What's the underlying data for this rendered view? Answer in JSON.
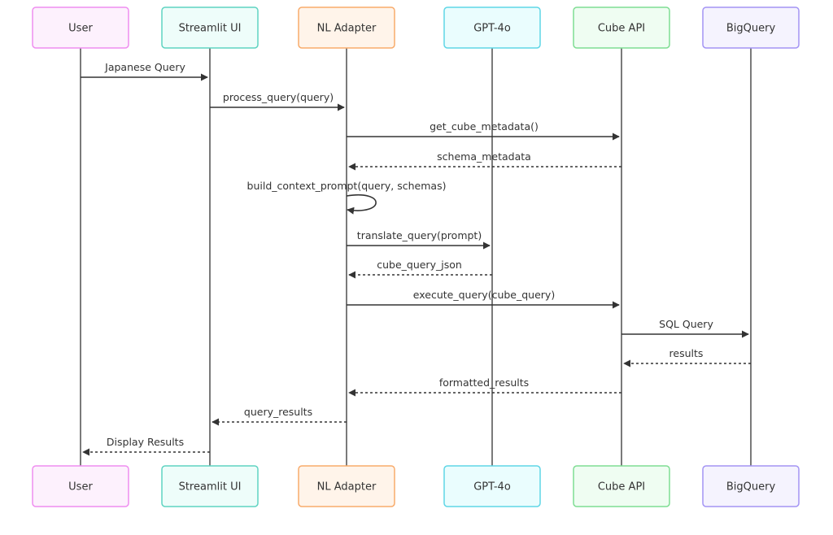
{
  "participants": [
    {
      "id": "user",
      "label": "User",
      "fill": "#fdf1fd",
      "stroke": "#ef8ef0"
    },
    {
      "id": "streamlit",
      "label": "Streamlit UI",
      "fill": "#eefdfa",
      "stroke": "#5fd3c1"
    },
    {
      "id": "nl",
      "label": "NL Adapter",
      "fill": "#fff4ea",
      "stroke": "#f8ab6b"
    },
    {
      "id": "gpt",
      "label": "GPT-4o",
      "fill": "#eafdfe",
      "stroke": "#5fd6e6"
    },
    {
      "id": "cube",
      "label": "Cube API",
      "fill": "#effdf2",
      "stroke": "#7fdd93"
    },
    {
      "id": "bq",
      "label": "BigQuery",
      "fill": "#f5f3fe",
      "stroke": "#a394f4"
    }
  ],
  "messages": [
    {
      "name": "msg-japanese-query",
      "from": "user",
      "to": "streamlit",
      "label": "Japanese Query",
      "style": "solid"
    },
    {
      "name": "msg-process-query",
      "from": "streamlit",
      "to": "nl",
      "label": "process_query(query)",
      "style": "solid"
    },
    {
      "name": "msg-get-cube-metadata",
      "from": "nl",
      "to": "cube",
      "label": "get_cube_metadata()",
      "style": "solid"
    },
    {
      "name": "msg-schema-metadata",
      "from": "cube",
      "to": "nl",
      "label": "schema_metadata",
      "style": "dashed"
    },
    {
      "name": "msg-build-context-prompt",
      "from": "nl",
      "to": "nl",
      "label": "build_context_prompt(query, schemas)",
      "style": "self"
    },
    {
      "name": "msg-translate-query",
      "from": "nl",
      "to": "gpt",
      "label": "translate_query(prompt)",
      "style": "solid"
    },
    {
      "name": "msg-cube-query-json",
      "from": "gpt",
      "to": "nl",
      "label": "cube_query_json",
      "style": "dashed"
    },
    {
      "name": "msg-execute-query",
      "from": "nl",
      "to": "cube",
      "label": "execute_query(cube_query)",
      "style": "solid"
    },
    {
      "name": "msg-sql-query",
      "from": "cube",
      "to": "bq",
      "label": "SQL Query",
      "style": "solid"
    },
    {
      "name": "msg-results",
      "from": "bq",
      "to": "cube",
      "label": "results",
      "style": "dashed"
    },
    {
      "name": "msg-formatted-results",
      "from": "cube",
      "to": "nl",
      "label": "formatted_results",
      "style": "dashed"
    },
    {
      "name": "msg-query-results",
      "from": "nl",
      "to": "streamlit",
      "label": "query_results",
      "style": "dashed"
    },
    {
      "name": "msg-display-results",
      "from": "streamlit",
      "to": "user",
      "label": "Display Results",
      "style": "dashed"
    }
  ],
  "colors": {
    "lifeline": "#333333",
    "arrow": "#333333",
    "text": "#333333"
  }
}
